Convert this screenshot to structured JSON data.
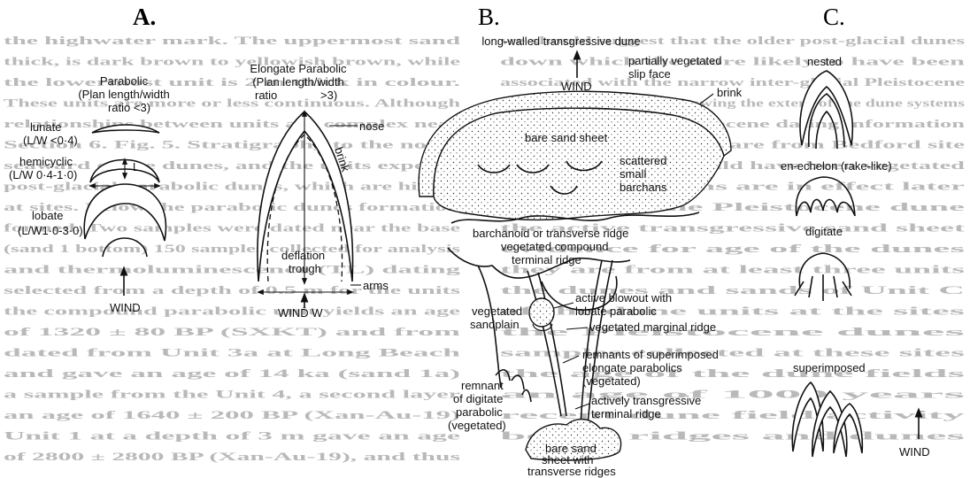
{
  "panels": {
    "a": "A.",
    "b": "B.",
    "c": "C."
  },
  "panel_a": {
    "parabolic": "Parabolic",
    "parabolic_ratio_1": "(Plan length/width",
    "parabolic_ratio_2": "ratio <3)",
    "elongate": "Elongate Parabolic",
    "elongate_ratio_1": "(Plan length/width",
    "elongate_ratio_2": ">3)",
    "ratio_word": "ratio",
    "lunate": "lunate",
    "lunate_ratio": "(L/W <0·4)",
    "hemicyclic": "hemicyclic",
    "hemicyclic_ratio": "(L/W 0·4-1·0)",
    "lobate": "lobate",
    "lobate_ratio": "(L/W1·0-3·0)",
    "l_mark": "L",
    "nose": "nose",
    "brink": "brink",
    "deflation_1": "deflation",
    "deflation_2": "trough",
    "arms": "arms",
    "wind_a": "WIND",
    "wind_w": "WIND W"
  },
  "panel_b": {
    "long_walled": "long-walled transgressive dune",
    "wind": "WIND",
    "partially_1": "partially vegetated",
    "partially_2": "slip face",
    "brink": "brink",
    "bare_sand_sheet": "bare sand sheet",
    "scattered_1": "scattered",
    "scattered_2": "small",
    "scattered_3": "barchans",
    "barchanoid": "barchanoid or transverse ridge",
    "veg_compound_1": "vegetated compound",
    "veg_compound_2": "terminal ridge",
    "veg_sandplain_1": "vegetated",
    "veg_sandplain_2": "sandplain",
    "active_blowout_1": "active blowout with",
    "active_blowout_2": "lobate parabolic",
    "veg_marginal": "vegetated marginal ridge",
    "remnants_1": "remnants of superimposed",
    "remnants_2": "elongate parabolics",
    "remnants_3": "(vegetated)",
    "actively_1": "actively transgressive",
    "actively_2": "terminal ridge",
    "remnant_dig_1": "remnant",
    "remnant_dig_2": "of digitate",
    "remnant_dig_3": "parabolic",
    "remnant_dig_4": "(vegetated)",
    "bare_ridges_1": "bare sand",
    "bare_ridges_2": "sheet with",
    "bare_ridges_3": "transverse ridges"
  },
  "panel_c": {
    "nested": "nested",
    "en_echelon": "en-echelon (rake-like)",
    "digitate": "digitate",
    "superimposed": "superimposed",
    "wind": "WIND"
  },
  "background_text": {
    "left": [
      "the highwater mark. The uppermost sand",
      "thick, is dark brown to yellowish brown, while",
      "the lowermost unit is 2 m thick in colour.",
      "These units are more or less continuous. Although",
      "relationships between units are complex near",
      "Section 6. Fig. 5. Stratigraphy to the north",
      "seaward of the dunes, and the units exposed",
      "post-glacial parabolic dunes, which are highly",
      "at sites. Below the parabolic dunes formation",
      "formed. Two samples were dated near the base",
      "(sand 1 bottom) 150 samples collected for analysis",
      "and thermoluminescence (TL) dating",
      "selected from a depth of 0.5 m for the units",
      "the compound parabolic unit yields an age",
      "of 1320 ± 80 BP (SXKT) and from",
      "dated from Unit 3a at Long Beach",
      "and gave an age of 14 ka (sand 1a)",
      "a sample from the Unit 4, a second layer",
      "an age of 1640 ± 200 BP (Xan-Au-19)",
      "Unit 1 at a depth of 3 m gave an age",
      "of 2800 ± 2800 BP (Xan-Au-19), and thus"
    ],
    "right": [
      "we should suggest that the older post-glacial dunes",
      "down which the more likely to have been",
      "associated with the narrow inter-glacial Pleistocene",
      "Fig. 11. Schematic plot showing the extent of the dune systems",
      "the early (Wlfl) Pleistocene dating information",
      "the Pleistocene dune are from Bedford site",
      "more stable and would have been vegetated",
      "the dune systems are in effect later",
      "the age of the Pleistocene dune",
      "the active transgressive sand sheet",
      "evidence for age of the dunes",
      "they are from at least three units",
      "the dunes and sands of Unit C",
      "of the dune units at the sites",
      "the Pleistocene dunes",
      "samples collected at these sites",
      "the age of the dune fields",
      "an age of 1000 years",
      "recent dune field activity",
      "beach ridges and dunes"
    ]
  }
}
